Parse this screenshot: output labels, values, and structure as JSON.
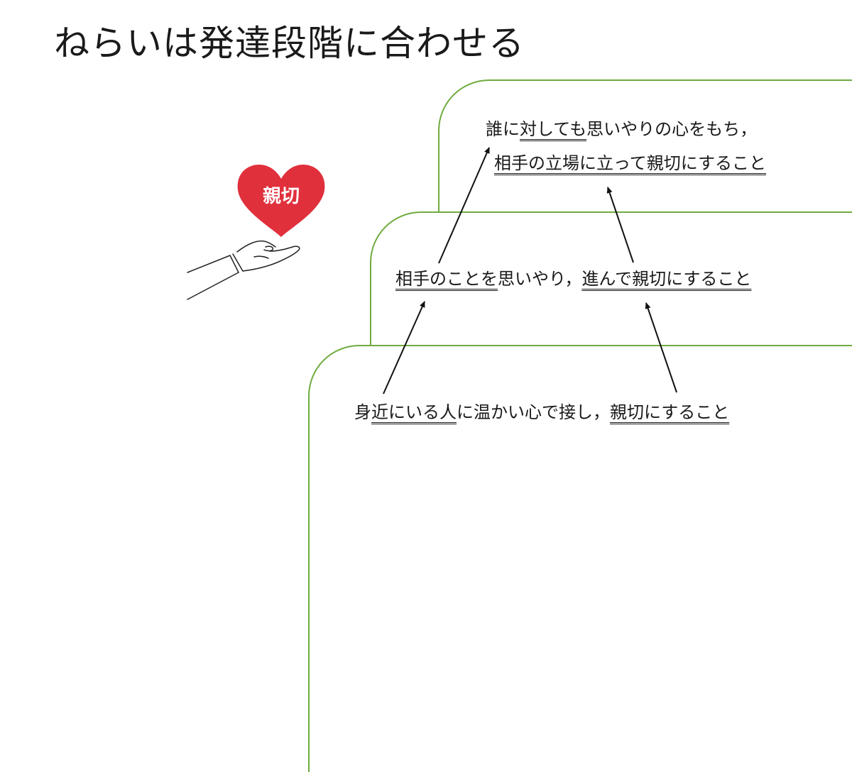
{
  "title": "ねらいは発達段階に合わせる",
  "heart": {
    "label": "親切",
    "color": "#e0303c"
  },
  "colors": {
    "step_border": "#6fab3f"
  },
  "steps": {
    "top": {
      "line1": {
        "a": "誰に",
        "u": "対しても",
        "b": "思いやりの心をもち，"
      },
      "line2": {
        "u": "相手の立場に立って親切にすること"
      }
    },
    "middle": {
      "u1": "相手のことを",
      "b": "思いやり，",
      "u2": "進んで親切にすること"
    },
    "bottom": {
      "a": "身",
      "u1": "近にいる人",
      "b": "に温かい心で接し，",
      "u2": "親切にすること"
    }
  },
  "icons": {
    "heart": "heart-icon",
    "hand": "open-hand-icon"
  }
}
